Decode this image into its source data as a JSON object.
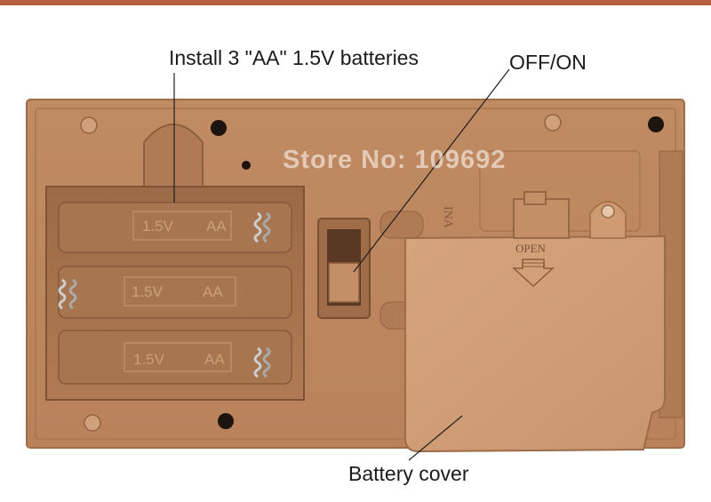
{
  "callouts": {
    "batteries": "Install 3 \"AA\" 1.5V batteries",
    "switch": "OFF/ON",
    "cover": "Battery cover"
  },
  "watermark": "Store No: 109692",
  "compartment": {
    "cell_label_voltage": "1.5V",
    "cell_label_type": "AA",
    "cover_label": "OPEN",
    "side_text": "INA"
  },
  "colors": {
    "housing": "#c9926a",
    "housing_dark": "#a8744e",
    "cover": "#d29c74",
    "accent_bar": "#b55e3f"
  }
}
